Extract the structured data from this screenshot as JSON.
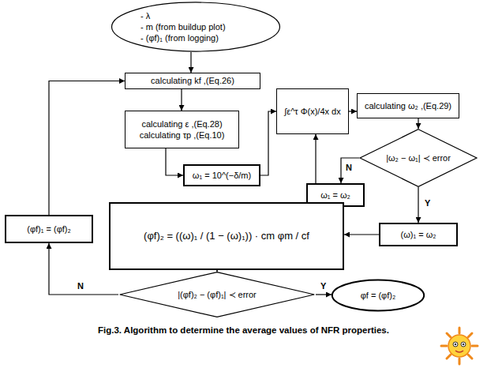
{
  "diagram": {
    "caption": "Fig.3. Algorithm to determine the average values of NFR properties.",
    "nodes": [
      {
        "text": [
          "- λ",
          "- m (from buildup plot)",
          "- (φf)₁ (from logging)"
        ]
      },
      {
        "text": [
          "calculating kf ,(Eq.26)"
        ]
      },
      {
        "text": [
          "calculating ε ,(Eq.28)",
          "calculating τp ,(Eq.10)"
        ]
      },
      {
        "text": [
          "ω₁ = 10^(−δ/m)"
        ]
      },
      {
        "text": [
          "∫ε^τ Φ(x)/4x dx"
        ]
      },
      {
        "text": [
          "calculating ω₂ ,(Eq.29)"
        ]
      },
      {
        "text": [
          "|ω₂ − ω₁| ≺ error"
        ]
      },
      {
        "text": [
          "ω₁ = ω₂"
        ]
      },
      {
        "text": [
          "(ω)₁ = ω₂"
        ]
      },
      {
        "text": [
          "(φf)₂ = ((ω)₁ / (1 − (ω)₁)) · cm φm / cf"
        ]
      },
      {
        "text": [
          "(φf)₁ = (φf)₂"
        ]
      },
      {
        "text": [
          "|(φf)₂ − (φf)₁| ≺ error"
        ]
      },
      {
        "text": [
          "φf = (φf)₂"
        ]
      }
    ],
    "edges": [
      {
        "from": 0,
        "to": 1,
        "arrow": "to"
      },
      {
        "from": 1,
        "to": 2,
        "arrow": "to"
      },
      {
        "from": 2,
        "to": 3,
        "arrow": "to"
      },
      {
        "from": 3,
        "to": 4,
        "arrow": "to"
      },
      {
        "from": 4,
        "to": 5,
        "arrow": "to"
      },
      {
        "from": 5,
        "to": 6,
        "arrow": "to"
      },
      {
        "from": 6,
        "to": 7,
        "label": "N",
        "arrow": "to"
      },
      {
        "from": 7,
        "to": 4,
        "arrow": "to"
      },
      {
        "from": 6,
        "to": 8,
        "label": "Y",
        "arrow": "to"
      },
      {
        "from": 8,
        "to": 9,
        "arrow": "to"
      },
      {
        "from": 9,
        "to": 11,
        "arrow": "to"
      },
      {
        "from": 11,
        "to": 10,
        "label": "N",
        "arrow": "to"
      },
      {
        "from": 10,
        "to": 1,
        "arrow": "to"
      },
      {
        "from": 11,
        "to": 12,
        "label": "Y",
        "arrow": "to"
      }
    ]
  }
}
